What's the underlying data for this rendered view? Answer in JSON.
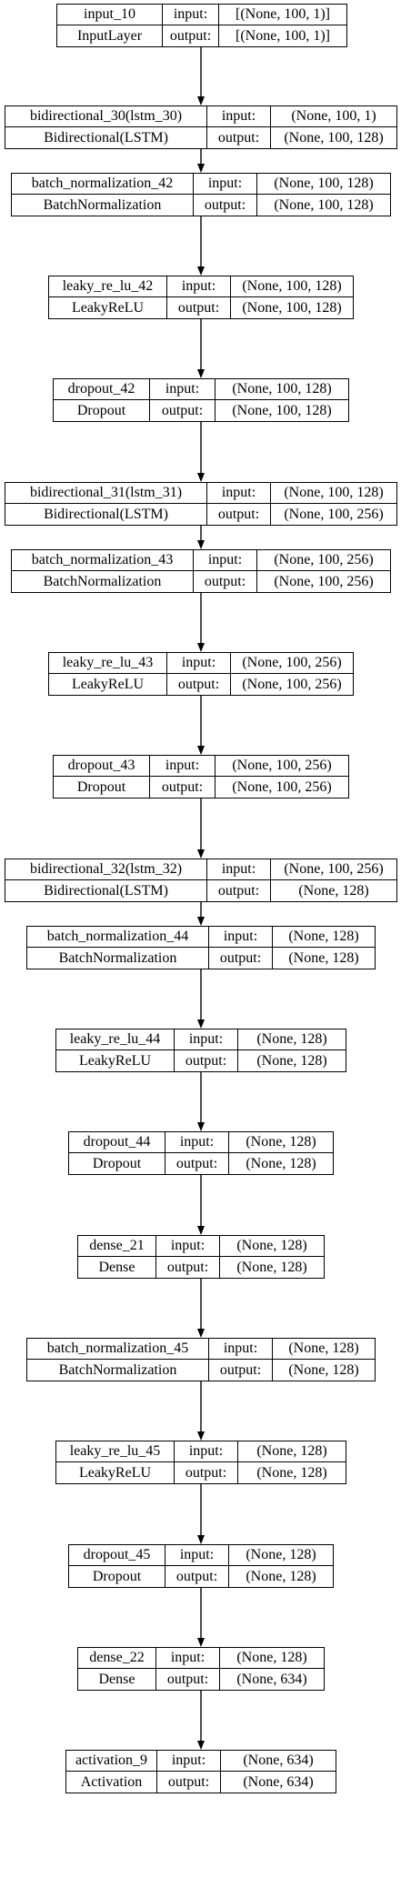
{
  "layers": [
    {
      "name": "input_10",
      "cls": "InputLayer",
      "input": "[(None, 100, 1)]",
      "output": "[(None, 100, 1)]"
    },
    {
      "name": "bidirectional_30(lstm_30)",
      "cls": "Bidirectional(LSTM)",
      "input": "(None, 100, 1)",
      "output": "(None, 100, 128)"
    },
    {
      "name": "batch_normalization_42",
      "cls": "BatchNormalization",
      "input": "(None, 100, 128)",
      "output": "(None, 100, 128)"
    },
    {
      "name": "leaky_re_lu_42",
      "cls": "LeakyReLU",
      "input": "(None, 100, 128)",
      "output": "(None, 100, 128)"
    },
    {
      "name": "dropout_42",
      "cls": "Dropout",
      "input": "(None, 100, 128)",
      "output": "(None, 100, 128)"
    },
    {
      "name": "bidirectional_31(lstm_31)",
      "cls": "Bidirectional(LSTM)",
      "input": "(None, 100, 128)",
      "output": "(None, 100, 256)"
    },
    {
      "name": "batch_normalization_43",
      "cls": "BatchNormalization",
      "input": "(None, 100, 256)",
      "output": "(None, 100, 256)"
    },
    {
      "name": "leaky_re_lu_43",
      "cls": "LeakyReLU",
      "input": "(None, 100, 256)",
      "output": "(None, 100, 256)"
    },
    {
      "name": "dropout_43",
      "cls": "Dropout",
      "input": "(None, 100, 256)",
      "output": "(None, 100, 256)"
    },
    {
      "name": "bidirectional_32(lstm_32)",
      "cls": "Bidirectional(LSTM)",
      "input": "(None, 100, 256)",
      "output": "(None, 128)"
    },
    {
      "name": "batch_normalization_44",
      "cls": "BatchNormalization",
      "input": "(None, 128)",
      "output": "(None, 128)"
    },
    {
      "name": "leaky_re_lu_44",
      "cls": "LeakyReLU",
      "input": "(None, 128)",
      "output": "(None, 128)"
    },
    {
      "name": "dropout_44",
      "cls": "Dropout",
      "input": "(None, 128)",
      "output": "(None, 128)"
    },
    {
      "name": "dense_21",
      "cls": "Dense",
      "input": "(None, 128)",
      "output": "(None, 128)"
    },
    {
      "name": "batch_normalization_45",
      "cls": "BatchNormalization",
      "input": "(None, 128)",
      "output": "(None, 128)"
    },
    {
      "name": "leaky_re_lu_45",
      "cls": "LeakyReLU",
      "input": "(None, 128)",
      "output": "(None, 128)"
    },
    {
      "name": "dropout_45",
      "cls": "Dropout",
      "input": "(None, 128)",
      "output": "(None, 128)"
    },
    {
      "name": "dense_22",
      "cls": "Dense",
      "input": "(None, 128)",
      "output": "(None, 634)"
    },
    {
      "name": "activation_9",
      "cls": "Activation",
      "input": "(None, 634)",
      "output": "(None, 634)"
    }
  ],
  "labels": {
    "input": "input:",
    "output": "output:"
  }
}
